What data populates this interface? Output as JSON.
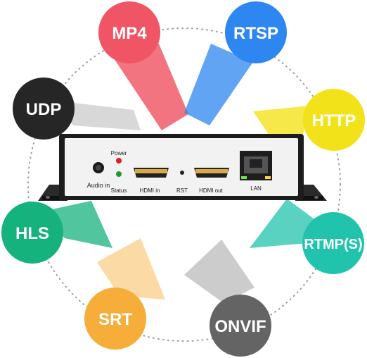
{
  "protocols": [
    {
      "id": "mp4",
      "label": "MP4",
      "color": "#f05565"
    },
    {
      "id": "rtsp",
      "label": "RTSP",
      "color": "#2e86f0"
    },
    {
      "id": "udp",
      "label": "UDP",
      "color": "#262626"
    },
    {
      "id": "http",
      "label": "HTTP",
      "color": "#f2e21a"
    },
    {
      "id": "hls",
      "label": "HLS",
      "color": "#16b27e"
    },
    {
      "id": "rtmps",
      "label": "RTMP(S)",
      "color": "#22c3ad"
    },
    {
      "id": "srt",
      "label": "SRT",
      "color": "#f6ad3a"
    },
    {
      "id": "onvif",
      "label": "ONVIF",
      "color": "#646464"
    }
  ],
  "device": {
    "audio_label": "Audio in",
    "power_label": "Power",
    "status_label": "Status",
    "hdmi_in_label": "HDMI in",
    "rst_label": "RST",
    "hdmi_out_label": "HDMI out",
    "lan_label": "LAN"
  }
}
